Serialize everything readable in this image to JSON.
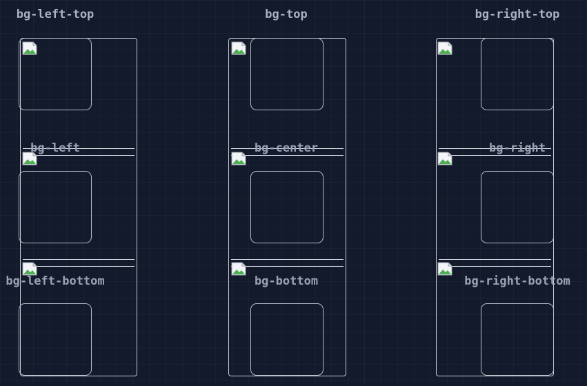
{
  "groups": [
    {
      "top_label": "bg-left-top",
      "middle_label": "bg-left",
      "bottom_label": "bg-left-bottom"
    },
    {
      "top_label": "bg-top",
      "middle_label": "bg-center",
      "bottom_label": "bg-bottom"
    },
    {
      "top_label": "bg-right-top",
      "middle_label": "bg-right",
      "bottom_label": "bg-right-bottom"
    }
  ],
  "colors": {
    "background": "#121a2b",
    "outline": "#c8ccd4",
    "label": "#a9b3c4"
  },
  "icons": {
    "placeholder": "broken-image-icon"
  }
}
